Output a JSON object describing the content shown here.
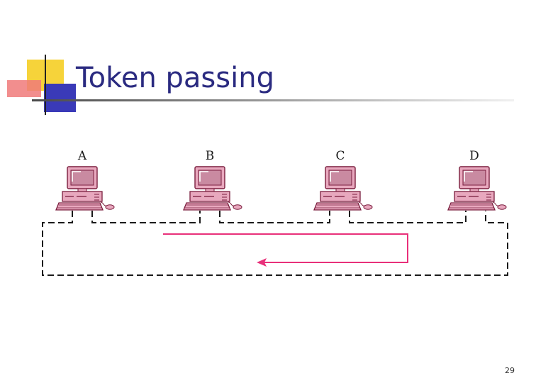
{
  "slide": {
    "title": "Token passing",
    "page_number": "29"
  },
  "diagram": {
    "stations": [
      {
        "label": "A"
      },
      {
        "label": "B"
      },
      {
        "label": "C"
      },
      {
        "label": "D"
      }
    ],
    "colors": {
      "computer": "#e8a8be",
      "computer_outline": "#7a1e3e",
      "token_arrow": "#e8307a",
      "ring": "#1a1a1a"
    }
  }
}
